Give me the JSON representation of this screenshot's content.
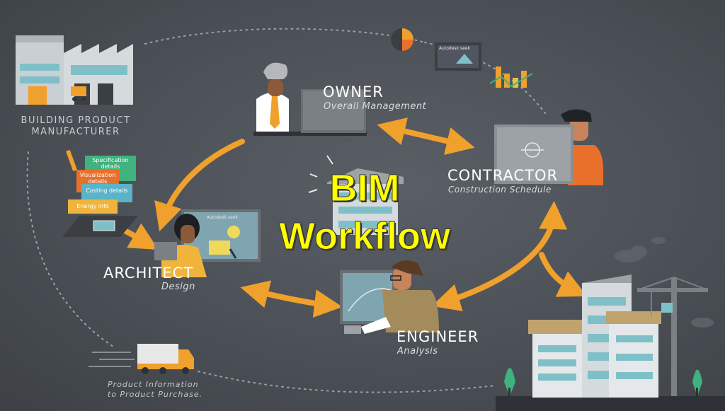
{
  "title_line1": "BIM",
  "title_line2": "Workflow",
  "roles": {
    "owner": {
      "name": "OWNER",
      "desc": "Overall Management"
    },
    "contractor": {
      "name": "CONTRACTOR",
      "desc": "Construction Schedule"
    },
    "architect": {
      "name": "ARCHITECT",
      "desc": "Design"
    },
    "engineer": {
      "name": "ENGINEER",
      "desc": "Analysis"
    }
  },
  "manufacturer": {
    "line1": "BUILDING PRODUCT",
    "line2": "MANUFACTURER"
  },
  "documents": [
    "Specification details",
    "Visualization details",
    "Costing details",
    "Energy info"
  ],
  "screen_label": "Autodesk seek",
  "caption": {
    "line1": "Product Information",
    "line2": "to Product Purchase."
  },
  "colors": {
    "arrow": "#f0a02c",
    "title": "#ffff00",
    "background": "#4b5056"
  }
}
